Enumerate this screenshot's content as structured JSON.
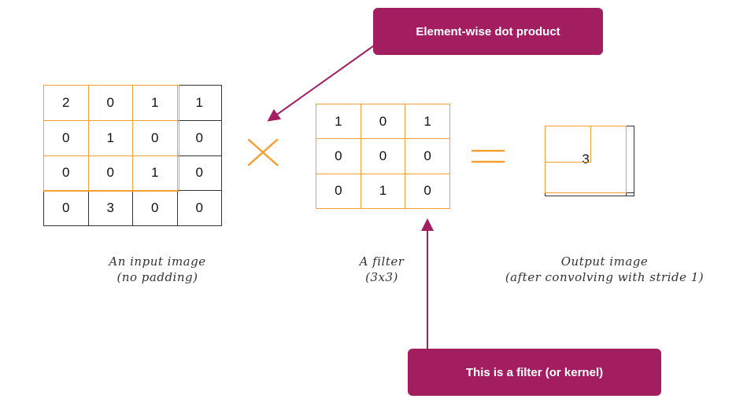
{
  "callouts": {
    "top": "Element-wise dot product",
    "bottom": "This is a filter (or kernel)"
  },
  "input_grid": {
    "rows": [
      [
        "2",
        "0",
        "1",
        "1"
      ],
      [
        "0",
        "1",
        "0",
        "0"
      ],
      [
        "0",
        "0",
        "1",
        "0"
      ],
      [
        "0",
        "3",
        "0",
        "0"
      ]
    ],
    "caption_line1": "An input image",
    "caption_line2": "(no padding)"
  },
  "filter_grid": {
    "rows": [
      [
        "1",
        "0",
        "1"
      ],
      [
        "0",
        "0",
        "0"
      ],
      [
        "0",
        "1",
        "0"
      ]
    ],
    "caption_line1": "A filter",
    "caption_line2": "(3x3)"
  },
  "output_grid": {
    "rows": [
      [
        "3",
        ""
      ],
      [
        "",
        ""
      ]
    ],
    "caption_line1": "Output image",
    "caption_line2": "(after convolving with stride 1)"
  },
  "colors": {
    "accent_orange": "#f4a033",
    "callout_magenta": "#a21e61"
  },
  "operators": {
    "multiply": "times-symbol",
    "equals": "equals-symbol"
  }
}
